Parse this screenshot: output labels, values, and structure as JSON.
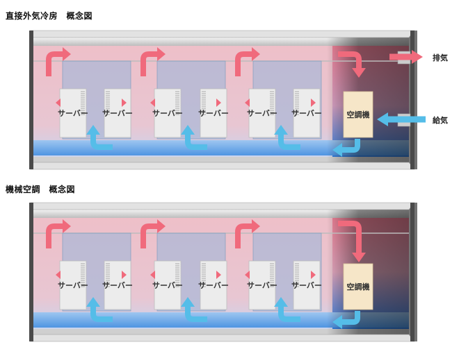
{
  "diagrams": [
    {
      "title": "直接外気冷房　概念図",
      "server_label": "サーバー",
      "ac_label": "空調機",
      "exhaust_label": "排気",
      "supply_label": "給気"
    },
    {
      "title": "機械空調　概念図",
      "server_label": "サーバー",
      "ac_label": "空調機"
    }
  ],
  "colors": {
    "warm": "#f06a7c",
    "cool": "#55bde8",
    "warm_zone": "#eebfc8",
    "cool_zone": "#5aa0e8",
    "ac_unit": "#f6e6c8",
    "server": "#ececec"
  }
}
